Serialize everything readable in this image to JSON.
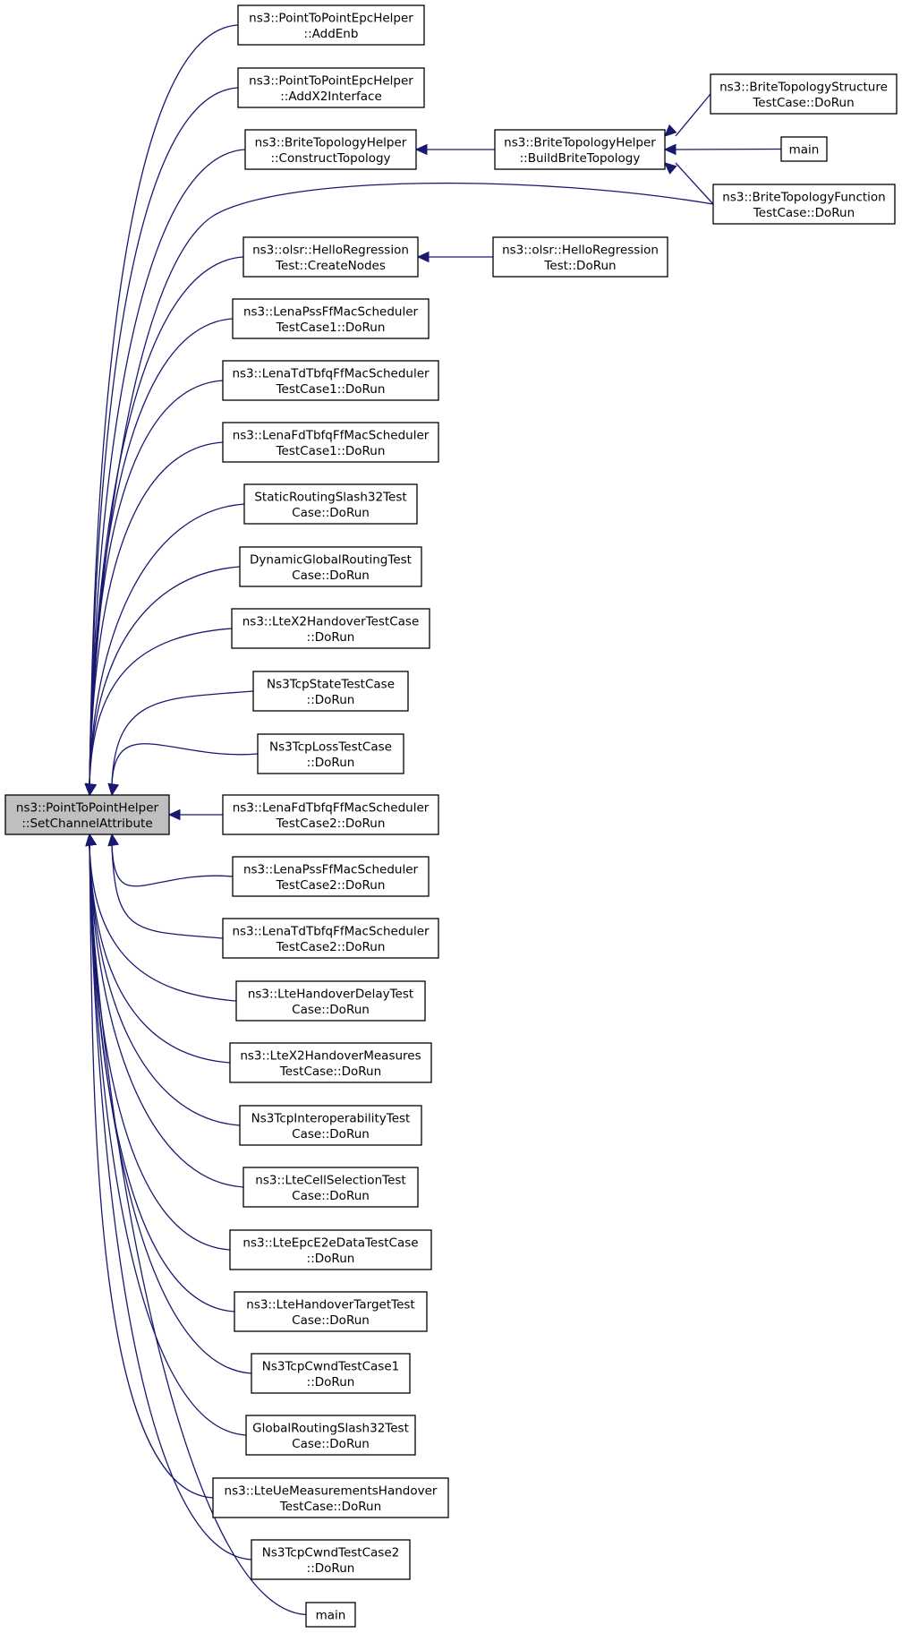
{
  "colors": {
    "edge": "#191970",
    "node_fill": "#ffffff",
    "focus_fill": "#bfbfbf",
    "border": "#000000"
  },
  "nodes": [
    {
      "id": "focus",
      "lines": [
        "ns3::PointToPointHelper",
        "::SetChannelAttribute"
      ],
      "focus": true
    },
    {
      "id": "addenb",
      "lines": [
        "ns3::PointToPointEpcHelper",
        "::AddEnb"
      ]
    },
    {
      "id": "addx2",
      "lines": [
        "ns3::PointToPointEpcHelper",
        "::AddX2Interface"
      ]
    },
    {
      "id": "construct",
      "lines": [
        "ns3::BriteTopologyHelper",
        "::ConstructTopology"
      ]
    },
    {
      "id": "buildbrite",
      "lines": [
        "ns3::BriteTopologyHelper",
        "::BuildBriteTopology"
      ]
    },
    {
      "id": "britestruct",
      "lines": [
        "ns3::BriteTopologyStructure",
        "TestCase::DoRun"
      ]
    },
    {
      "id": "main1",
      "lines": [
        "main"
      ]
    },
    {
      "id": "britefunc",
      "lines": [
        "ns3::BriteTopologyFunction",
        "TestCase::DoRun"
      ]
    },
    {
      "id": "hellocreate",
      "lines": [
        "ns3::olsr::HelloRegression",
        "Test::CreateNodes"
      ]
    },
    {
      "id": "hellorun",
      "lines": [
        "ns3::olsr::HelloRegression",
        "Test::DoRun"
      ]
    },
    {
      "id": "pss1",
      "lines": [
        "ns3::LenaPssFfMacScheduler",
        "TestCase1::DoRun"
      ]
    },
    {
      "id": "td1",
      "lines": [
        "ns3::LenaTdTbfqFfMacScheduler",
        "TestCase1::DoRun"
      ]
    },
    {
      "id": "fd1",
      "lines": [
        "ns3::LenaFdTbfqFfMacScheduler",
        "TestCase1::DoRun"
      ]
    },
    {
      "id": "static32",
      "lines": [
        "StaticRoutingSlash32Test",
        "Case::DoRun"
      ]
    },
    {
      "id": "dynglobal",
      "lines": [
        "DynamicGlobalRoutingTest",
        "Case::DoRun"
      ]
    },
    {
      "id": "ltex2",
      "lines": [
        "ns3::LteX2HandoverTestCase",
        "::DoRun"
      ]
    },
    {
      "id": "tcpstate",
      "lines": [
        "Ns3TcpStateTestCase",
        "::DoRun"
      ]
    },
    {
      "id": "tcploss",
      "lines": [
        "Ns3TcpLossTestCase",
        "::DoRun"
      ]
    },
    {
      "id": "fd2",
      "lines": [
        "ns3::LenaFdTbfqFfMacScheduler",
        "TestCase2::DoRun"
      ]
    },
    {
      "id": "pss2",
      "lines": [
        "ns3::LenaPssFfMacScheduler",
        "TestCase2::DoRun"
      ]
    },
    {
      "id": "td2",
      "lines": [
        "ns3::LenaTdTbfqFfMacScheduler",
        "TestCase2::DoRun"
      ]
    },
    {
      "id": "hodelay",
      "lines": [
        "ns3::LteHandoverDelayTest",
        "Case::DoRun"
      ]
    },
    {
      "id": "x2meas",
      "lines": [
        "ns3::LteX2HandoverMeasures",
        "TestCase::DoRun"
      ]
    },
    {
      "id": "tcpinterop",
      "lines": [
        "Ns3TcpInteroperabilityTest",
        "Case::DoRun"
      ]
    },
    {
      "id": "cellsel",
      "lines": [
        "ns3::LteCellSelectionTest",
        "Case::DoRun"
      ]
    },
    {
      "id": "epce2e",
      "lines": [
        "ns3::LteEpcE2eDataTestCase",
        "::DoRun"
      ]
    },
    {
      "id": "hotarget",
      "lines": [
        "ns3::LteHandoverTargetTest",
        "Case::DoRun"
      ]
    },
    {
      "id": "cwnd1",
      "lines": [
        "Ns3TcpCwndTestCase1",
        "::DoRun"
      ]
    },
    {
      "id": "global32",
      "lines": [
        "GlobalRoutingSlash32Test",
        "Case::DoRun"
      ]
    },
    {
      "id": "uemeas",
      "lines": [
        "ns3::LteUeMeasurementsHandover",
        "TestCase::DoRun"
      ]
    },
    {
      "id": "cwnd2",
      "lines": [
        "Ns3TcpCwndTestCase2",
        "::DoRun"
      ]
    },
    {
      "id": "main2",
      "lines": [
        "main"
      ]
    }
  ],
  "edges": [
    [
      "addenb",
      "focus"
    ],
    [
      "addx2",
      "focus"
    ],
    [
      "construct",
      "focus"
    ],
    [
      "britefunc",
      "focus"
    ],
    [
      "hellocreate",
      "focus"
    ],
    [
      "pss1",
      "focus"
    ],
    [
      "td1",
      "focus"
    ],
    [
      "fd1",
      "focus"
    ],
    [
      "static32",
      "focus"
    ],
    [
      "dynglobal",
      "focus"
    ],
    [
      "ltex2",
      "focus"
    ],
    [
      "tcpstate",
      "focus"
    ],
    [
      "tcploss",
      "focus"
    ],
    [
      "fd2",
      "focus"
    ],
    [
      "pss2",
      "focus"
    ],
    [
      "td2",
      "focus"
    ],
    [
      "hodelay",
      "focus"
    ],
    [
      "x2meas",
      "focus"
    ],
    [
      "tcpinterop",
      "focus"
    ],
    [
      "cellsel",
      "focus"
    ],
    [
      "epce2e",
      "focus"
    ],
    [
      "hotarget",
      "focus"
    ],
    [
      "cwnd1",
      "focus"
    ],
    [
      "global32",
      "focus"
    ],
    [
      "uemeas",
      "focus"
    ],
    [
      "cwnd2",
      "focus"
    ],
    [
      "main2",
      "focus"
    ],
    [
      "buildbrite",
      "construct"
    ],
    [
      "britestruct",
      "buildbrite"
    ],
    [
      "main1",
      "buildbrite"
    ],
    [
      "britefunc",
      "buildbrite"
    ],
    [
      "hellorun",
      "hellocreate"
    ]
  ]
}
